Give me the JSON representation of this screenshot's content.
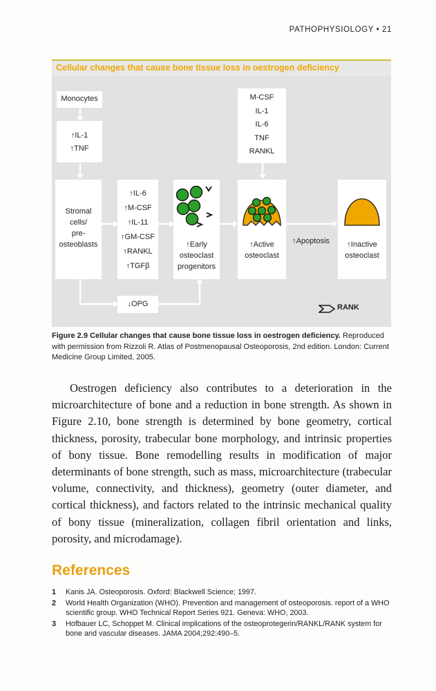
{
  "running_head": "PATHOPHYSIOLOGY • 21",
  "figure": {
    "title": "Cellular changes that cause bone tissue loss in oestrogen deficiency",
    "monocytes": "Monocytes",
    "col1_factors": [
      "↑IL-1",
      "↑TNF"
    ],
    "stromal": [
      "Stromal",
      "cells/",
      "pre-",
      "osteoblasts"
    ],
    "mid_factors": [
      "↑IL-6",
      "↑M-CSF",
      "↑IL-11",
      "↑GM-CSF",
      "↑RANKL",
      "↑TGFβ"
    ],
    "progenitors": [
      "↑Early",
      "osteoclast",
      "progenitors"
    ],
    "top_factors": [
      "M-CSF",
      "IL-1",
      "IL-6",
      "TNF",
      "RANKL"
    ],
    "active": [
      "↑Active",
      "osteoclast"
    ],
    "apoptosis": "↑Apoptosis",
    "inactive": [
      "↑Inactive",
      "osteoclast"
    ],
    "opg": "↓OPG",
    "legend_rank": "RANK",
    "colors": {
      "orange": "#f0a800",
      "green": "#2aa02a",
      "title": "#f0a800"
    }
  },
  "caption": {
    "label": "Figure 2.9",
    "title": "Cellular changes that cause bone tissue loss in oestrogen deficiency.",
    "text": "Reproduced with permission from Rizzoli R. Atlas of Postmenopausal Osteoporosis, 2nd edition. London: Current Medicine Group Limited, 2005."
  },
  "body_paragraph": "Oestrogen deficiency also contributes to a deterioration in the microarchitecture of bone and a reduction in bone strength. As shown in Figure 2.10, bone strength is determined by bone geometry, cortical thickness, porosity, trabecular bone morphology, and intrinsic properties of bony tissue. Bone remodelling results in modification of major determinants of bone strength, such as mass, microarchitecture (trabecular volume, connectivity, and thickness), geometry (outer diameter, and cortical thickness), and factors related to the intrinsic mechanical quality of bony tissue (mineralization, collagen fibril orientation and links, porosity, and microdamage).",
  "references_heading": "References",
  "references": [
    {
      "num": "1",
      "text": "Kanis JA. Osteoporosis. Oxford: Blackwell Science; 1997."
    },
    {
      "num": "2",
      "text": "World Health Organization (WHO). Prevention and management of osteoporosis. report of a WHO scientific group. WHO Technical Report Series 921. Geneva: WHO, 2003."
    },
    {
      "num": "3",
      "text": "Hofbauer LC, Schoppet M. Clinical implications of the osteoprotegerin/RANKL/RANK system for bone and vascular diseases. JAMA 2004;292:490–5."
    }
  ]
}
